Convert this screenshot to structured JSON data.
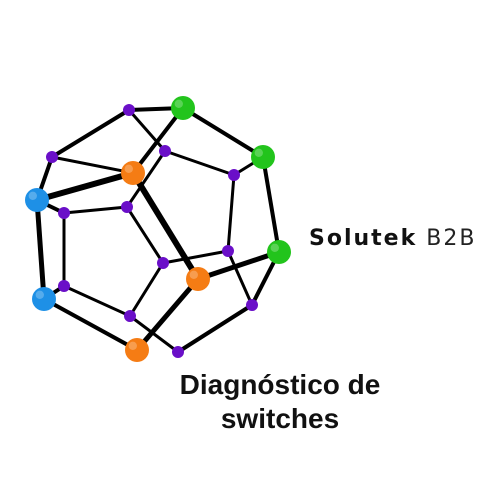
{
  "brand": {
    "name_bold": "Solutek",
    "name_light": "B2B"
  },
  "caption": {
    "line1": "Diagnóstico de",
    "line2": "switches"
  },
  "colors": {
    "edge": "#000000",
    "node_small": "#6a0fc8",
    "node_green": "#22c41c",
    "node_orange": "#f57c14",
    "node_blue": "#1e90e6"
  },
  "icon": "dodecahedron-molecule-logo"
}
